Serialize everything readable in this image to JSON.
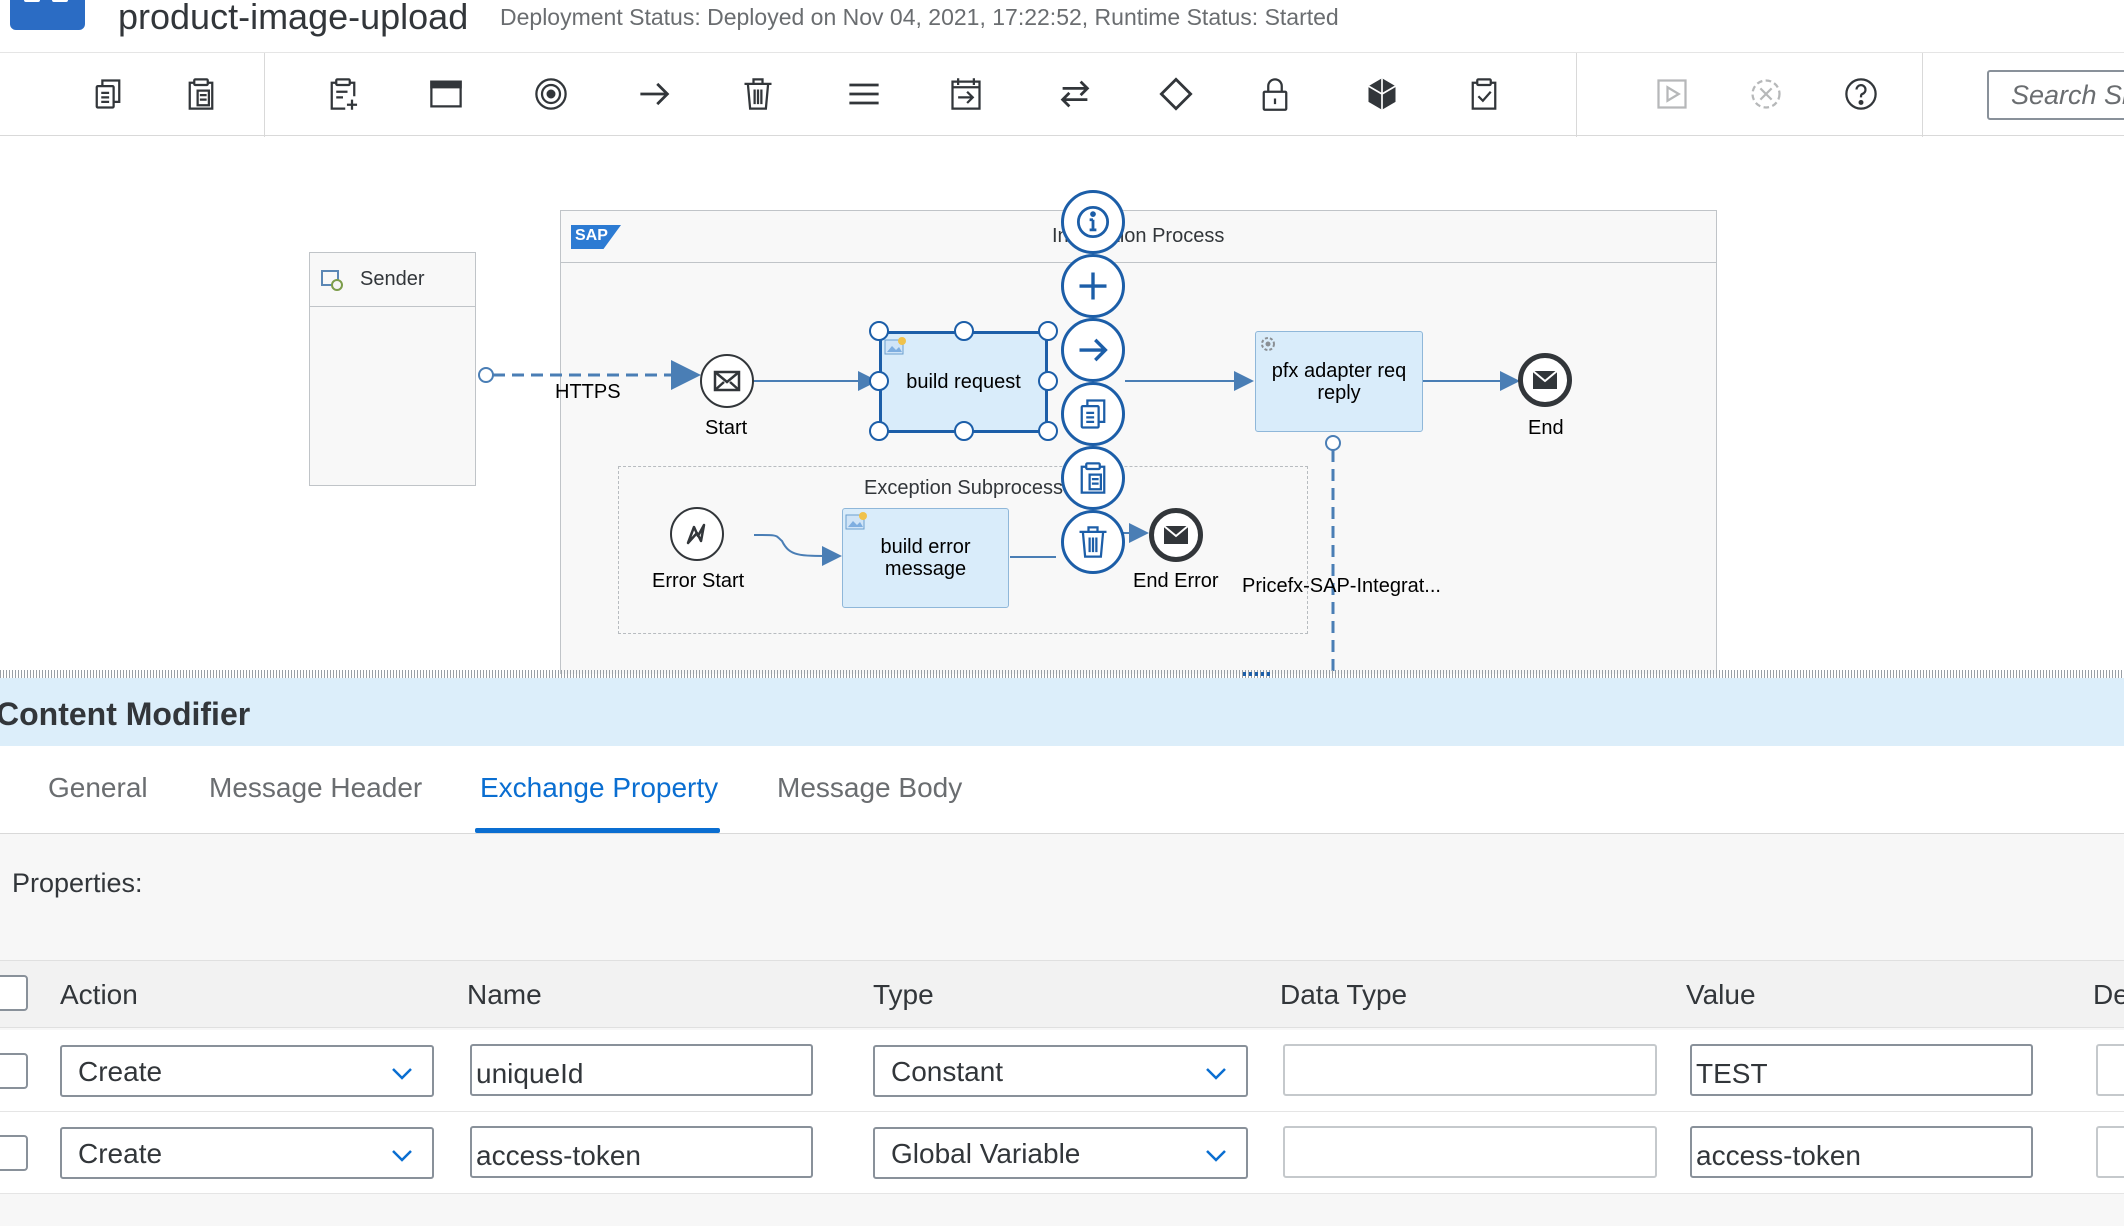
{
  "header": {
    "app_title": "product-image-upload",
    "deployment_status": "Deployment Status: Deployed on Nov 04, 2021, 17:22:52, Runtime Status: Started"
  },
  "toolbar": {
    "search_placeholder": "Search Si",
    "icons": [
      "copy-icon",
      "paste-icon",
      "add-step-icon",
      "participant-icon",
      "events-icon",
      "connector-icon",
      "delete-icon",
      "menu-icon",
      "call-icon",
      "transform-icon",
      "route-icon",
      "security-icon",
      "persistence-icon",
      "validate-icon",
      "simulation-icon",
      "clear-simulation-icon",
      "help-icon"
    ]
  },
  "diagram": {
    "sender_label": "Sender",
    "integration_process_label": "Integration Process",
    "sap_logo_text": "SAP",
    "https_label": "HTTPS",
    "start_label": "Start",
    "build_request_label": "build request",
    "pfx_task_label": "pfx adapter req reply",
    "end_label": "End",
    "exception_subprocess_label": "Exception Subprocess",
    "error_start_label": "Error Start",
    "build_error_label": "build error message",
    "end_error_label": "End Error",
    "receiver_label": "Pricefx-SAP-Integrat..."
  },
  "panel": {
    "title": "Content Modifier",
    "tabs": [
      "General",
      "Message Header",
      "Exchange Property",
      "Message Body"
    ],
    "active_tab": "Exchange Property",
    "properties_label": "Properties:",
    "columns": [
      "Action",
      "Name",
      "Type",
      "Data Type",
      "Value",
      "De"
    ],
    "rows": [
      {
        "action": "Create",
        "name": "uniqueId",
        "type": "Constant",
        "data_type": "",
        "value": "TEST"
      },
      {
        "action": "Create",
        "name": "access-token",
        "type": "Global Variable",
        "data_type": "",
        "value": "access-token"
      }
    ]
  },
  "colors": {
    "accent": "#0a6ed1",
    "selection": "#1c5ea8",
    "task_fill": "#d9ecfa",
    "panel_header": "#dceefa"
  }
}
